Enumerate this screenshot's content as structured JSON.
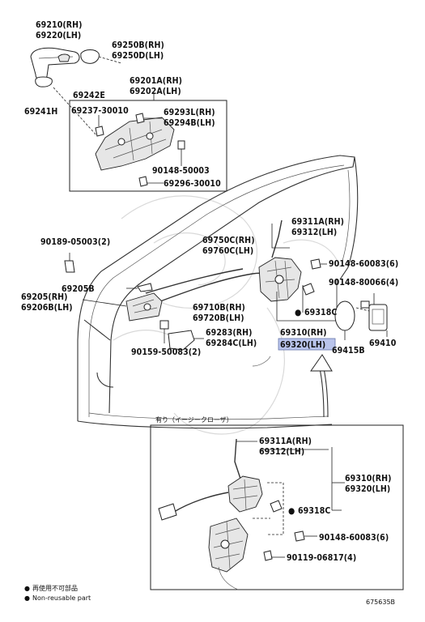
{
  "diagram_id": "675635B",
  "legend": {
    "dot_symbol": "●",
    "line_jp": "再使用不可部品",
    "line_en": "Non-reusable part"
  },
  "inset_title": "有り（イージークローザ）",
  "labels": {
    "p69210": "69210(RH)",
    "p69220": "69220(LH)",
    "p69250B": "69250B(RH)",
    "p69250D": "69250D(LH)",
    "p69242E": "69242E",
    "p69241H": "69241H",
    "p69201A": "69201A(RH)",
    "p69202A": "69202A(LH)",
    "p69237": "69237-30010",
    "p69293L": "69293L(RH)",
    "p69294B": "69294B(LH)",
    "p90148_50003": "90148-50003",
    "p69296": "69296-30010",
    "p69311A": "69311A(RH)",
    "p69312": "69312(LH)",
    "p90189": "90189-05003(2)",
    "p69750C": "69750C(RH)",
    "p69760C": "69760C(LH)",
    "p90148_60083": "90148-60083(6)",
    "p90148_80066": "90148-80066(4)",
    "p69205B": "69205B",
    "p69205": "69205(RH)",
    "p69206B": "69206B(LH)",
    "p69710B": "69710B(RH)",
    "p69720B": "69720B(LH)",
    "p69318C": "69318C",
    "p69310": "69310(RH)",
    "p69320": "69320(LH)",
    "p69415B": "69415B",
    "p69410": "69410",
    "p69283": "69283(RH)",
    "p69284C": "69284C(LH)",
    "p90159": "90159-50083(2)",
    "i69311A": "69311A(RH)",
    "i69312": "69312(LH)",
    "i69310": "69310(RH)",
    "i69320": "69320(LH)",
    "i69318C": "69318C",
    "i90148_60083": "90148-60083(6)",
    "i90119": "90119-06817(4)"
  },
  "highlight_color": "#b9c4ec"
}
